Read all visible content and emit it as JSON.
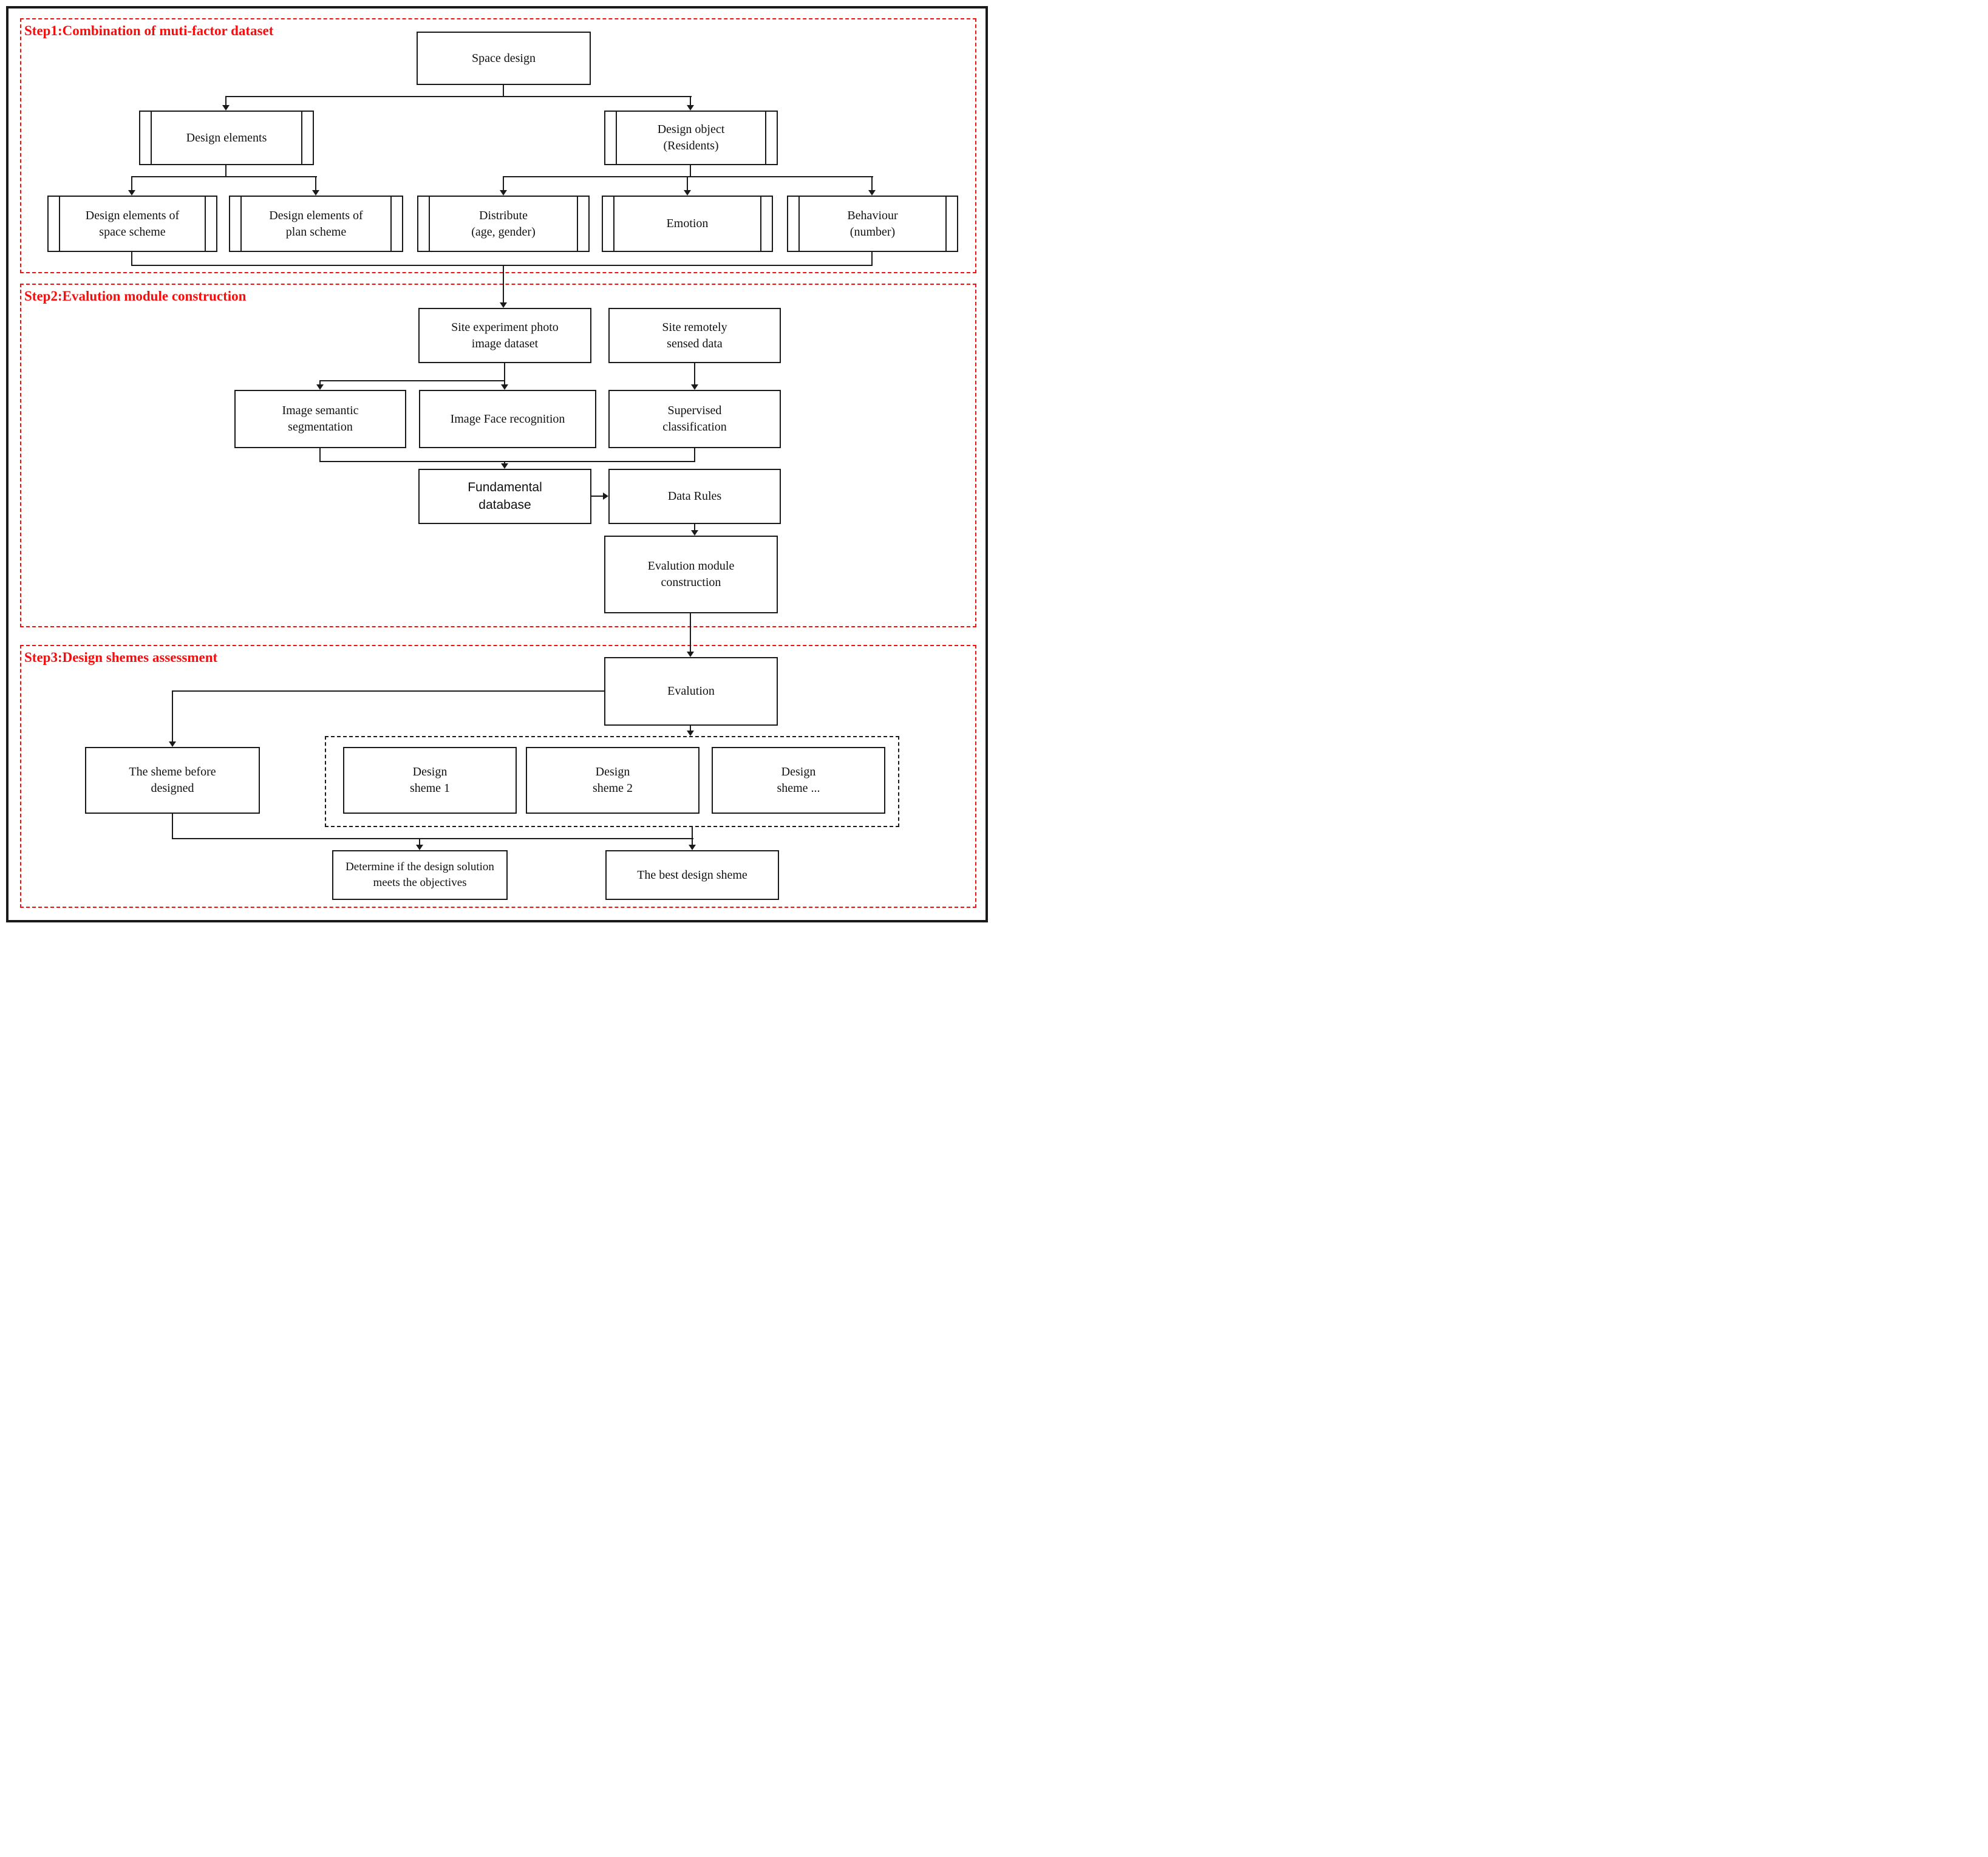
{
  "figure": {
    "type": "flowchart",
    "colors": {
      "step_border": "#f60d0d",
      "step_label": "#f60d0d",
      "line": "#1a1a1a",
      "box_fill": "#ffffff"
    }
  },
  "steps": [
    {
      "label": "Step1:Combination of muti-factor dataset"
    },
    {
      "label": "Step2:Evalution module construction"
    },
    {
      "label": "Step3:Design shemes assessment"
    }
  ],
  "nodes": {
    "space_design": "Space design",
    "design_elements": "Design elements",
    "design_object": "Design object\n(Residents)",
    "de_space": "Design elements of\nspace scheme",
    "de_plan": "Design elements of\nplan scheme",
    "distribute": "Distribute\n(age, gender)",
    "emotion": "Emotion",
    "behaviour": "Behaviour\n(number)",
    "site_photo": "Site experiment photo\nimage dataset",
    "site_remote": "Site remotely\nsensed data",
    "img_semantic": "Image semantic\nsegmentation",
    "img_face": "Image Face recognition",
    "supervised": "Supervised\nclassification",
    "fundamental": "Fundamental\ndatabase",
    "data_rules": "Data Rules",
    "eval_module": "Evalution module\nconstruction",
    "evalution": "Evalution",
    "sheme_before": "The sheme before\ndesigned",
    "sheme1": "Design\nsheme 1",
    "sheme2": "Design\nsheme 2",
    "sheme_dots": "Design\nsheme ...",
    "determine": "Determine if the design solution\nmeets the objectives",
    "best": "The best design sheme"
  }
}
